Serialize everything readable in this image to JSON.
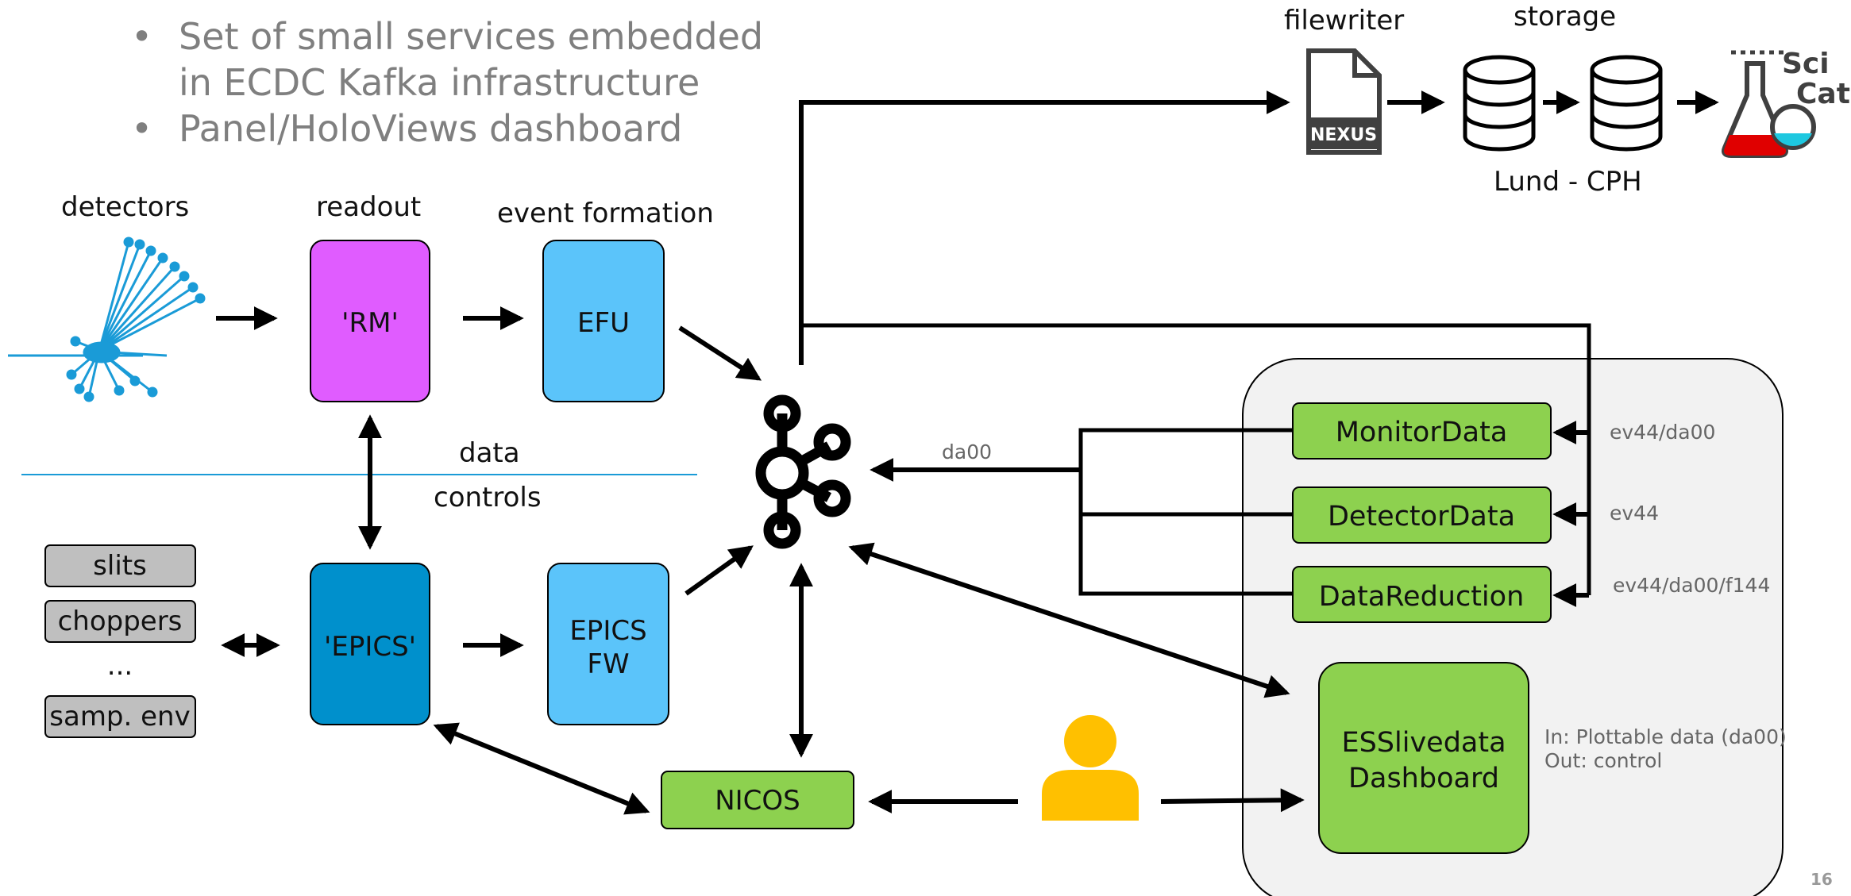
{
  "bullets": [
    "Set of small services embedded",
    "in ECDC Kafka infrastructure",
    "Panel/HoloViews dashboard"
  ],
  "labels": {
    "detectors": "detectors",
    "readout": "readout",
    "event_formation": "event formation",
    "data": "data",
    "controls": "controls",
    "filewriter": "filewriter",
    "storage": "storage",
    "lund_cph": "Lund - CPH",
    "da00": "da00"
  },
  "boxes": {
    "rm": "'RM'",
    "efu": "EFU",
    "epics": "'EPICS'",
    "epics_fw_1": "EPICS",
    "epics_fw_2": "FW",
    "nicos": "NICOS",
    "slits": "slits",
    "choppers": "choppers",
    "ellipsis": "...",
    "samp_env": "samp. env",
    "monitor_data": "MonitorData",
    "detector_data": "DetectorData",
    "data_reduction": "DataReduction",
    "dashboard_1": "ESSlivedata",
    "dashboard_2": "Dashboard"
  },
  "topics": {
    "monitor": "ev44/da00",
    "detector": "ev44",
    "reduction": "ev44/da00/f144"
  },
  "dashboard_io": {
    "in": "In: Plottable data (da00)",
    "out": "Out: control"
  },
  "logos": {
    "nexus": "NEXUS",
    "scicat_1": "Sci",
    "scicat_2": "Cat"
  },
  "page_number": "16",
  "colors": {
    "magenta": "#E05CFF",
    "light_blue": "#5BC4FA",
    "dark_blue": "#0090CC",
    "green": "#8DD14F",
    "grey_box": "#BFBFBF",
    "panel_bg": "#F2F2F2",
    "person": "#FFC000",
    "detector_blue": "#1A9BD7"
  }
}
